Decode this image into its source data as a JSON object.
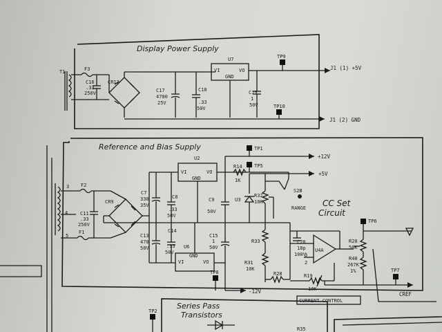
{
  "display_supply": {
    "title": "Display Power Supply",
    "labels": {
      "t1": "T1",
      "f3": "F3",
      "c16": "C16",
      "c16_v1": ".33",
      "c16_v2": "250V",
      "cr13": "CR13",
      "c17": "C17",
      "c17_v1": "4700",
      "c17_v2": "25V",
      "c18": "C18",
      "c18_v1": ".33",
      "c18_v2": "50V",
      "u7": "U7",
      "vi": "VI",
      "vo": "VO",
      "gnd": "GND",
      "c19": "C19",
      "c19_v1": "1",
      "c19_v2": "50V",
      "tp9": "TP9",
      "tp10": "TP10",
      "j1_1": "J1 (1)  +5V",
      "j1_2": "J1 (2)  GND"
    }
  },
  "ref_bias": {
    "title": "Reference and Bias Supply",
    "labels": {
      "tp1": "TP1",
      "plus12": "+12V",
      "u2": "U2",
      "vi": "VI",
      "vo": "VO",
      "gnd": "GND",
      "r14": "R14",
      "r14_v": "1K",
      "tp5": "TP5",
      "plus5": "+5V",
      "n3": "3",
      "f2": "F2",
      "c7": "C7",
      "c7_v1": "330",
      "c7_v2": "35V",
      "c8": "C8",
      "c8_v1": ".33",
      "c8_v2": "50V",
      "c9": "C9",
      "c9_v": "50V",
      "u3": "U3",
      "r32": "R32",
      "r32_v": "10K",
      "s2b": "S2B",
      "range": "RANGE",
      "n4": "4",
      "cr9": "CR9",
      "c11": "C11",
      "c11_v1": ".33",
      "c11_v2": "250V",
      "cc1": "CC Set",
      "cc2": "Circuit",
      "tp6": "TP6",
      "c13": "C13",
      "c13_v1": "470",
      "c13_v2": "50V",
      "c14": "C14",
      "c14_v1": ".33",
      "c14_v2": "50V",
      "c15": "C15",
      "c15_v1": "1",
      "c15_v2": "50V",
      "r33": "R33",
      "c20": "C20",
      "c20_v1": "18p",
      "c20_v2": "100V",
      "u4a": "U4A",
      "r20": "R20",
      "r20_v": "50K",
      "r40": "R40",
      "r40_v1": "267K",
      "r40_v2": "1%",
      "n5": "5",
      "f1": "F1",
      "u6": "U6",
      "r31": "R31",
      "r31_v": "10K",
      "r28": "R28",
      "r19": "R19",
      "r19_v": "10K",
      "tp8": "TP8",
      "minus12": "-12V",
      "tp7": "TP7",
      "cref": "CREF",
      "current_control": "CURRENT CONTROL",
      "n2": "2",
      "n3b": "3"
    }
  },
  "pass": {
    "title1": "Series Pass",
    "title2": "Transistors",
    "tp2": "TP2",
    "r35": "R35"
  }
}
